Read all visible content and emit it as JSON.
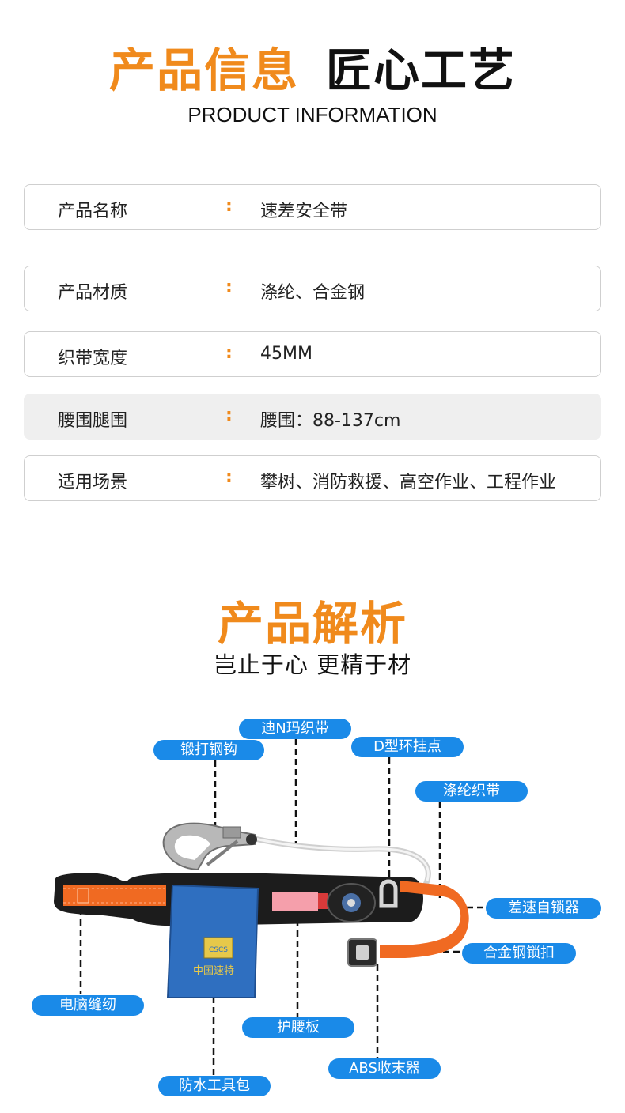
{
  "header": {
    "title_part1": "产品信息",
    "title_part2": "匠心工艺",
    "subtitle": "PRODUCT INFORMATION"
  },
  "specs": [
    {
      "key": "产品名称",
      "colon": ":",
      "value": "速差安全带"
    },
    {
      "key": "产品材质",
      "colon": ":",
      "value": "涤纶、合金钢"
    },
    {
      "key": "织带宽度",
      "colon": ":",
      "value": "45MM"
    },
    {
      "key": "腰围腿围",
      "colon": ":",
      "value": "腰围：88-137cm"
    },
    {
      "key": "适用场景",
      "colon": ":",
      "value": "攀树、消防救援、高空作业、工程作业"
    }
  ],
  "analysis": {
    "title": "产品解析",
    "subtitle": "岂止于心  更精于材"
  },
  "callouts": {
    "di_n_webbing": "迪N玛织带",
    "forged_hook": "锻打钢钩",
    "d_ring": "D型环挂点",
    "polyester_webbing": "涤纶织带",
    "self_lock": "差速自锁器",
    "alloy_buckle": "合金钢锁扣",
    "stitching": "电脑缝纫",
    "waist_pad": "护腰板",
    "abs_retractor": "ABS收末器",
    "tool_bag": "防水工具包"
  },
  "product_marks": {
    "bag_badge": "CSCS",
    "bag_text": "中国速特"
  },
  "colors": {
    "accent_orange": "#f08a1c",
    "callout_blue": "#1a8ae8",
    "webbing_orange": "#f06a22",
    "bag_blue": "#2f6fc0"
  }
}
